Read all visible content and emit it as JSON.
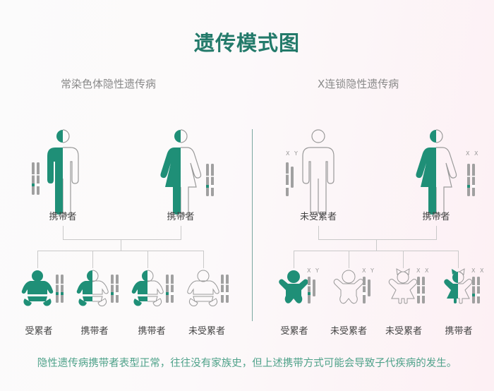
{
  "title": "遗传模式图",
  "colors": {
    "accent": "#1f8f77",
    "title": "#237a6a",
    "outline": "#9a9a9a",
    "chromosome": "#a0a0a0",
    "line": "#c9c9c9",
    "footnote": "#4fa28a"
  },
  "left_panel": {
    "heading": "常染色体隐性遗传病",
    "parents": [
      {
        "sex": "male",
        "status": "carrier",
        "label": "携带者"
      },
      {
        "sex": "female",
        "status": "carrier",
        "label": "携带者"
      }
    ],
    "children": [
      {
        "status": "affected",
        "label": "受累者"
      },
      {
        "status": "carrier",
        "label": "携带者"
      },
      {
        "status": "carrier",
        "label": "携带者"
      },
      {
        "status": "unaffected",
        "label": "未受累者"
      }
    ]
  },
  "right_panel": {
    "heading": "X连锁隐性遗传病",
    "parents": [
      {
        "sex": "male",
        "status": "unaffected",
        "label": "未受累者",
        "chromosomes": "X Y"
      },
      {
        "sex": "female",
        "status": "carrier",
        "label": "携带者",
        "chromosomes": "X X"
      }
    ],
    "children": [
      {
        "sex": "boy",
        "status": "affected",
        "label": "受累者",
        "chromosomes": "X Y"
      },
      {
        "sex": "boy",
        "status": "unaffected",
        "label": "未受累者",
        "chromosomes": "X Y"
      },
      {
        "sex": "girl",
        "status": "unaffected",
        "label": "未受累者",
        "chromosomes": "X X"
      },
      {
        "sex": "girl",
        "status": "carrier",
        "label": "携带者",
        "chromosomes": "X X"
      }
    ]
  },
  "footnote": "隐性遗传病携带者表型正常，往往没有家族史，但上述携带方式可能会导致子代疾病的发生。"
}
